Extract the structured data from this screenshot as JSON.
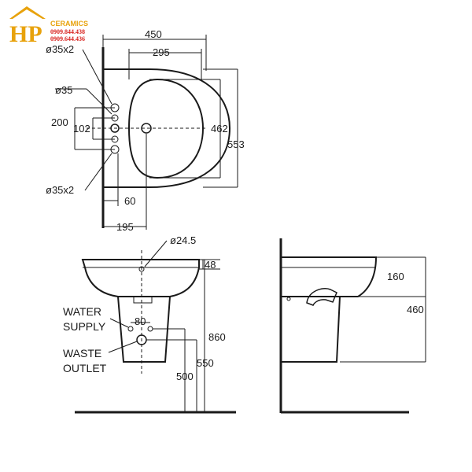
{
  "logo": {
    "brand": "HP",
    "name": "CERAMICS",
    "phone_1": "0909.844.438",
    "phone_2": "0909.644.436",
    "colors": {
      "primary": "#e8a20c",
      "secondary": "#d8231f"
    }
  },
  "top_view": {
    "dim_width": "450",
    "dim_bowl_width": "295",
    "dim_depth": "462",
    "dim_total_depth": "553",
    "dim_bolt_top": "ø35x2",
    "dim_tap_hole": "ø35",
    "dim_bolt_spacing": "200",
    "dim_hole_spacing": "102",
    "dim_bolt_bottom": "ø35x2",
    "dim_offset_60": "60",
    "dim_offset_195": "195"
  },
  "front_view": {
    "dim_drain": "ø24.5",
    "dim_rim": "48",
    "dim_supply_spacing": "80",
    "dim_height_total": "860",
    "dim_height_550": "550",
    "dim_height_500": "500",
    "label_water_1": "WATER",
    "label_water_2": "SUPPLY",
    "label_waste_1": "WASTE",
    "label_waste_2": "OUTLET"
  },
  "side_view": {
    "dim_bowl_depth": "160",
    "dim_height": "460"
  }
}
